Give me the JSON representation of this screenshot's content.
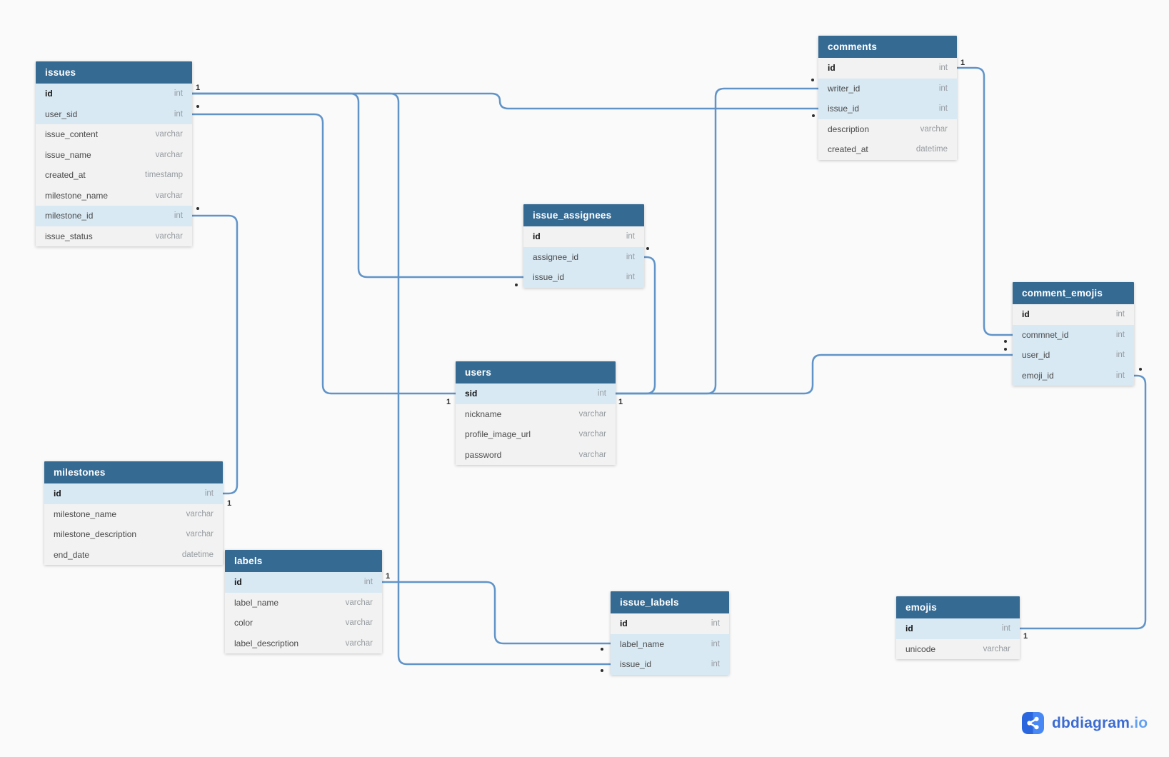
{
  "app": {
    "name": "dbdiagram.io"
  },
  "logo": {
    "brand": "dbdiagram",
    "domain": ".io"
  },
  "colors": {
    "background": "#fafafa",
    "table_header": "#356a93",
    "row_normal": "#f2f2f2",
    "row_highlight": "#d8e9f4",
    "relationship_line": "#6094c8",
    "marker_text": "#2e2e2e",
    "logo_blue_dark": "#2a66dd",
    "logo_blue_light": "#4788f4"
  },
  "tables": [
    {
      "name": "issues",
      "fields": [
        {
          "name": "id",
          "type": "int",
          "pk": true,
          "hl": true
        },
        {
          "name": "user_sid",
          "type": "int",
          "hl": true
        },
        {
          "name": "issue_content",
          "type": "varchar"
        },
        {
          "name": "issue_name",
          "type": "varchar"
        },
        {
          "name": "created_at",
          "type": "timestamp"
        },
        {
          "name": "milestone_name",
          "type": "varchar"
        },
        {
          "name": "milestone_id",
          "type": "int",
          "hl": true
        },
        {
          "name": "issue_status",
          "type": "varchar"
        }
      ]
    },
    {
      "name": "comments",
      "fields": [
        {
          "name": "id",
          "type": "int",
          "pk": true
        },
        {
          "name": "writer_id",
          "type": "int",
          "hl": true
        },
        {
          "name": "issue_id",
          "type": "int",
          "hl": true
        },
        {
          "name": "description",
          "type": "varchar"
        },
        {
          "name": "created_at",
          "type": "datetime"
        }
      ]
    },
    {
      "name": "issue_assignees",
      "fields": [
        {
          "name": "id",
          "type": "int",
          "pk": true
        },
        {
          "name": "assignee_id",
          "type": "int",
          "hl": true
        },
        {
          "name": "issue_id",
          "type": "int",
          "hl": true
        }
      ]
    },
    {
      "name": "users",
      "fields": [
        {
          "name": "sid",
          "type": "int",
          "pk": true,
          "hl": true
        },
        {
          "name": "nickname",
          "type": "varchar"
        },
        {
          "name": "profile_image_url",
          "type": "varchar"
        },
        {
          "name": "password",
          "type": "varchar"
        }
      ]
    },
    {
      "name": "comment_emojis",
      "fields": [
        {
          "name": "id",
          "type": "int",
          "pk": true
        },
        {
          "name": "commnet_id",
          "type": "int",
          "hl": true
        },
        {
          "name": "user_id",
          "type": "int",
          "hl": true
        },
        {
          "name": "emoji_id",
          "type": "int",
          "hl": true
        }
      ]
    },
    {
      "name": "milestones",
      "fields": [
        {
          "name": "id",
          "type": "int",
          "pk": true,
          "hl": true
        },
        {
          "name": "milestone_name",
          "type": "varchar"
        },
        {
          "name": "milestone_description",
          "type": "varchar"
        },
        {
          "name": "end_date",
          "type": "datetime"
        }
      ]
    },
    {
      "name": "labels",
      "fields": [
        {
          "name": "id",
          "type": "int",
          "pk": true,
          "hl": true
        },
        {
          "name": "label_name",
          "type": "varchar"
        },
        {
          "name": "color",
          "type": "varchar"
        },
        {
          "name": "label_description",
          "type": "varchar"
        }
      ]
    },
    {
      "name": "issue_labels",
      "fields": [
        {
          "name": "id",
          "type": "int",
          "pk": true
        },
        {
          "name": "label_name",
          "type": "int",
          "hl": true
        },
        {
          "name": "issue_id",
          "type": "int",
          "hl": true
        }
      ]
    },
    {
      "name": "emojis",
      "fields": [
        {
          "name": "id",
          "type": "int",
          "pk": true,
          "hl": true
        },
        {
          "name": "unicode",
          "type": "varchar"
        }
      ]
    }
  ],
  "relationships": [
    {
      "from": "issues.id",
      "to": "comments.issue_id",
      "from_card": "1",
      "to_card": "*"
    },
    {
      "from": "issues.id",
      "to": "issue_assignees.issue_id",
      "from_card": "1",
      "to_card": "*"
    },
    {
      "from": "issues.id",
      "to": "issue_labels.issue_id",
      "from_card": "1",
      "to_card": "*"
    },
    {
      "from": "issues.user_sid",
      "to": "users.sid",
      "from_card": "*",
      "to_card": "1"
    },
    {
      "from": "issues.milestone_id",
      "to": "milestones.id",
      "from_card": "*",
      "to_card": "1"
    },
    {
      "from": "users.sid",
      "to": "comments.writer_id",
      "from_card": "1",
      "to_card": "*"
    },
    {
      "from": "users.sid",
      "to": "comment_emojis.user_id",
      "from_card": "1",
      "to_card": "*"
    },
    {
      "from": "issue_assignees.assignee_id",
      "to": "users.sid",
      "from_card": "*",
      "to_card": "1"
    },
    {
      "from": "comments.id",
      "to": "comment_emojis.commnet_id",
      "from_card": "1",
      "to_card": "*"
    },
    {
      "from": "labels.id",
      "to": "issue_labels.label_name",
      "from_card": "1",
      "to_card": "*"
    },
    {
      "from": "emojis.id",
      "to": "comment_emojis.emoji_id",
      "from_card": "1",
      "to_card": "*"
    }
  ]
}
